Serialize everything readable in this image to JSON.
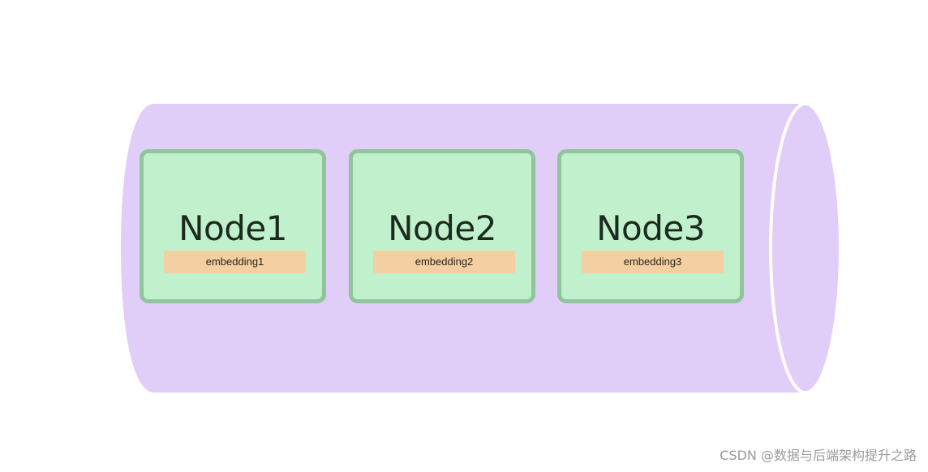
{
  "colors": {
    "cylinder_fill": "#e0cdf8",
    "cylinder_edge": "#ffffff",
    "node_fill": "#c1f0cc",
    "node_border": "#8fc59a",
    "embedding_fill": "#f3cfa2",
    "watermark_text": "#9a9a9a"
  },
  "nodes": [
    {
      "title": "Node1",
      "embedding": "embedding1"
    },
    {
      "title": "Node2",
      "embedding": "embedding2"
    },
    {
      "title": "Node3",
      "embedding": "embedding3"
    }
  ],
  "watermark": "CSDN @数据与后端架构提升之路"
}
